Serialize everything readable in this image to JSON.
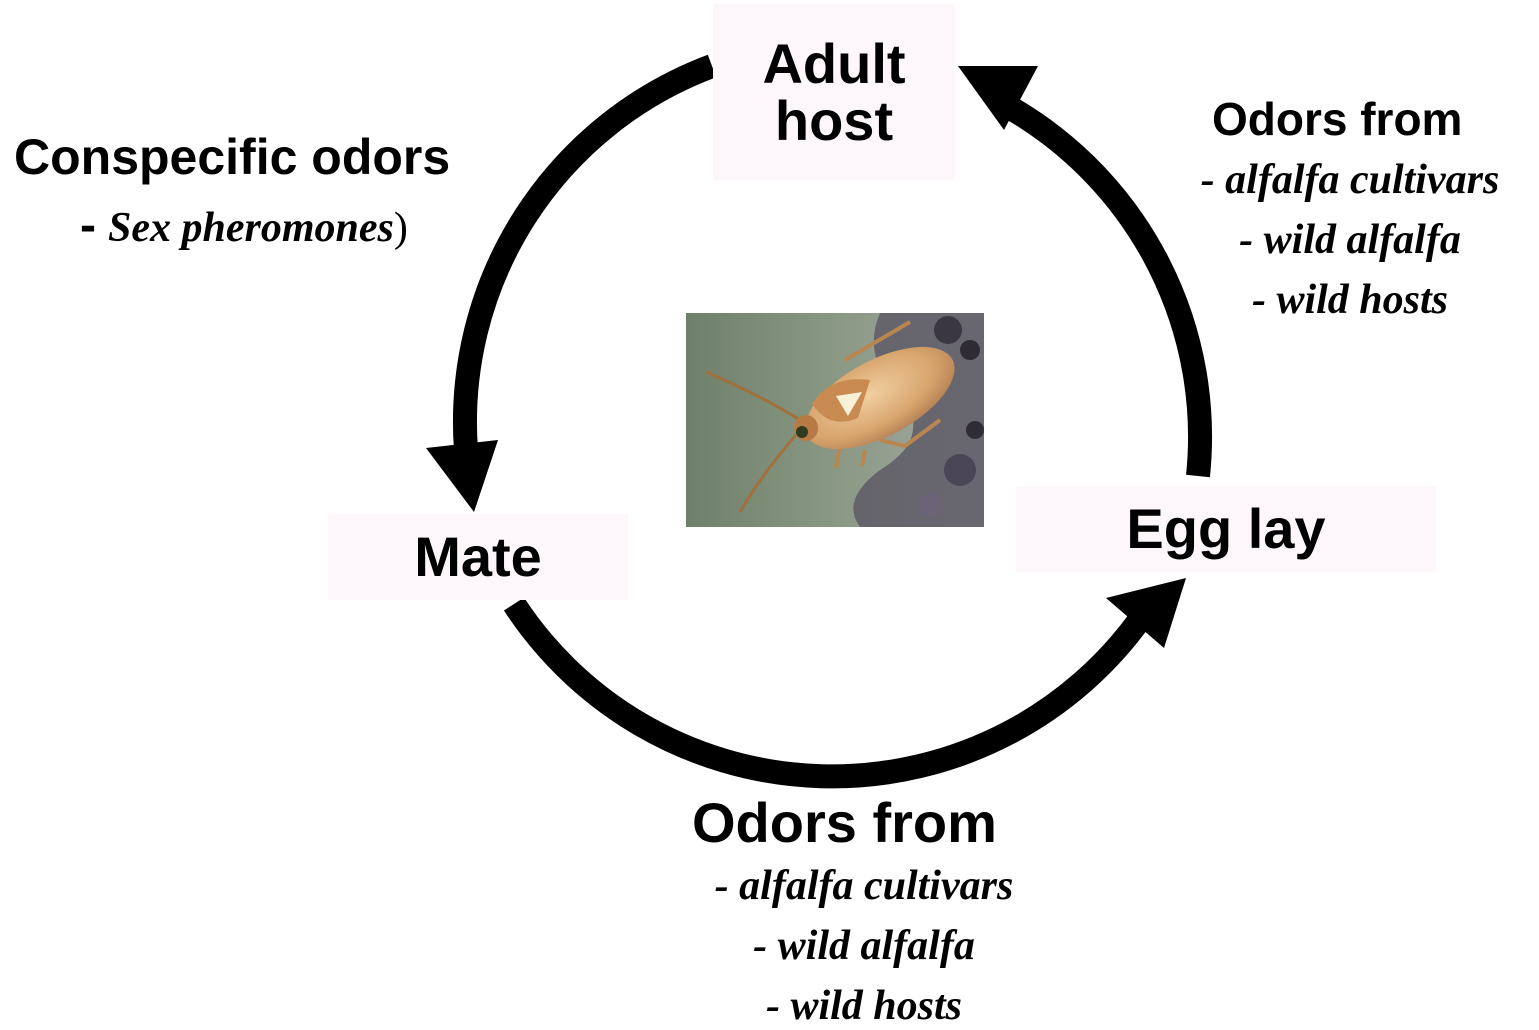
{
  "stages": {
    "adult_host": [
      "Adult",
      "host"
    ],
    "mate": "Mate",
    "egg_lay": "Egg lay"
  },
  "conspecific": {
    "heading": "Conspecific odors",
    "dash": "-",
    "item": "Sex pheromones",
    "paren": ")"
  },
  "right_odors": {
    "heading": "Odors from",
    "items": [
      "- alfalfa cultivars",
      "- wild alfalfa",
      "- wild hosts"
    ]
  },
  "bottom_odors": {
    "heading": "Odors from",
    "items": [
      "- alfalfa cultivars",
      "- wild alfalfa",
      "- wild hosts"
    ]
  },
  "colors": {
    "arrow": "#000000",
    "box_fill": "#fdf7fb"
  },
  "icons": [
    "arrowhead-down",
    "arrowhead-up-left",
    "arrowhead-up-right"
  ],
  "photo": "lygus-bug-photo"
}
